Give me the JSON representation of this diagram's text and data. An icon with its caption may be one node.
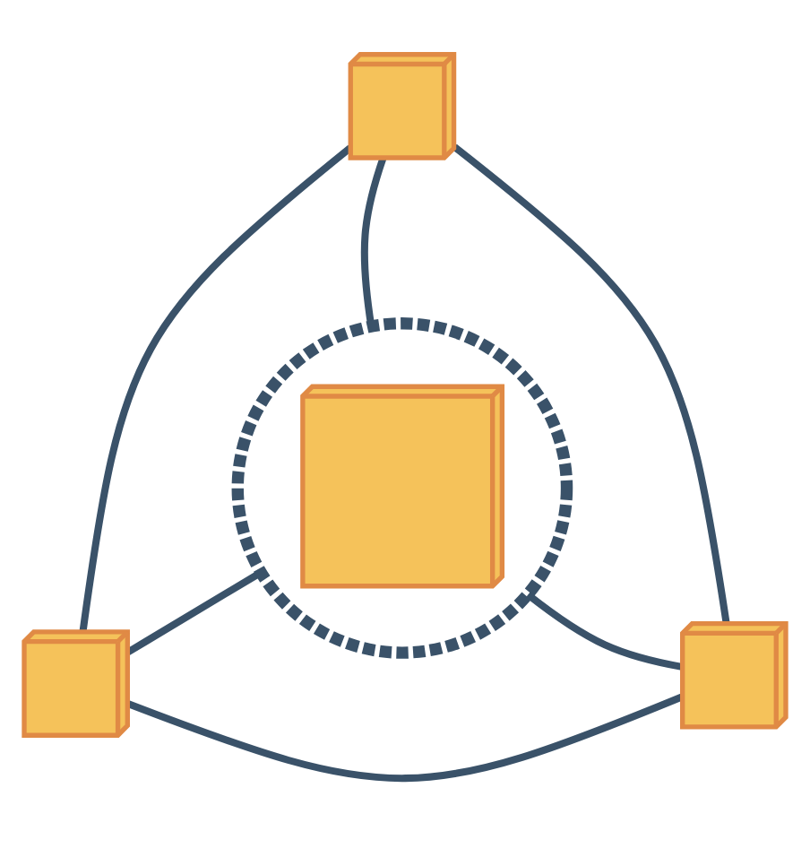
{
  "diagram": {
    "nodes": [
      {
        "text": [],
        "shape": "box"
      },
      {
        "text": [],
        "shape": "circle"
      },
      {
        "text": [],
        "shape": "box",
        "in": 1
      },
      {
        "text": [],
        "shape": "box"
      },
      {
        "text": [],
        "shape": "box"
      }
    ],
    "edges": [
      {
        "from": 0,
        "to": 1,
        "arrow": "none"
      },
      {
        "from": 1,
        "to": 3,
        "arrow": "none"
      },
      {
        "from": 1,
        "to": 4,
        "arrow": "none"
      },
      {
        "from": 0,
        "to": 4,
        "arrow": "none"
      },
      {
        "from": 4,
        "to": 3,
        "arrow": "none"
      },
      {
        "from": 3,
        "to": 0,
        "arrow": "none"
      }
    ]
  }
}
